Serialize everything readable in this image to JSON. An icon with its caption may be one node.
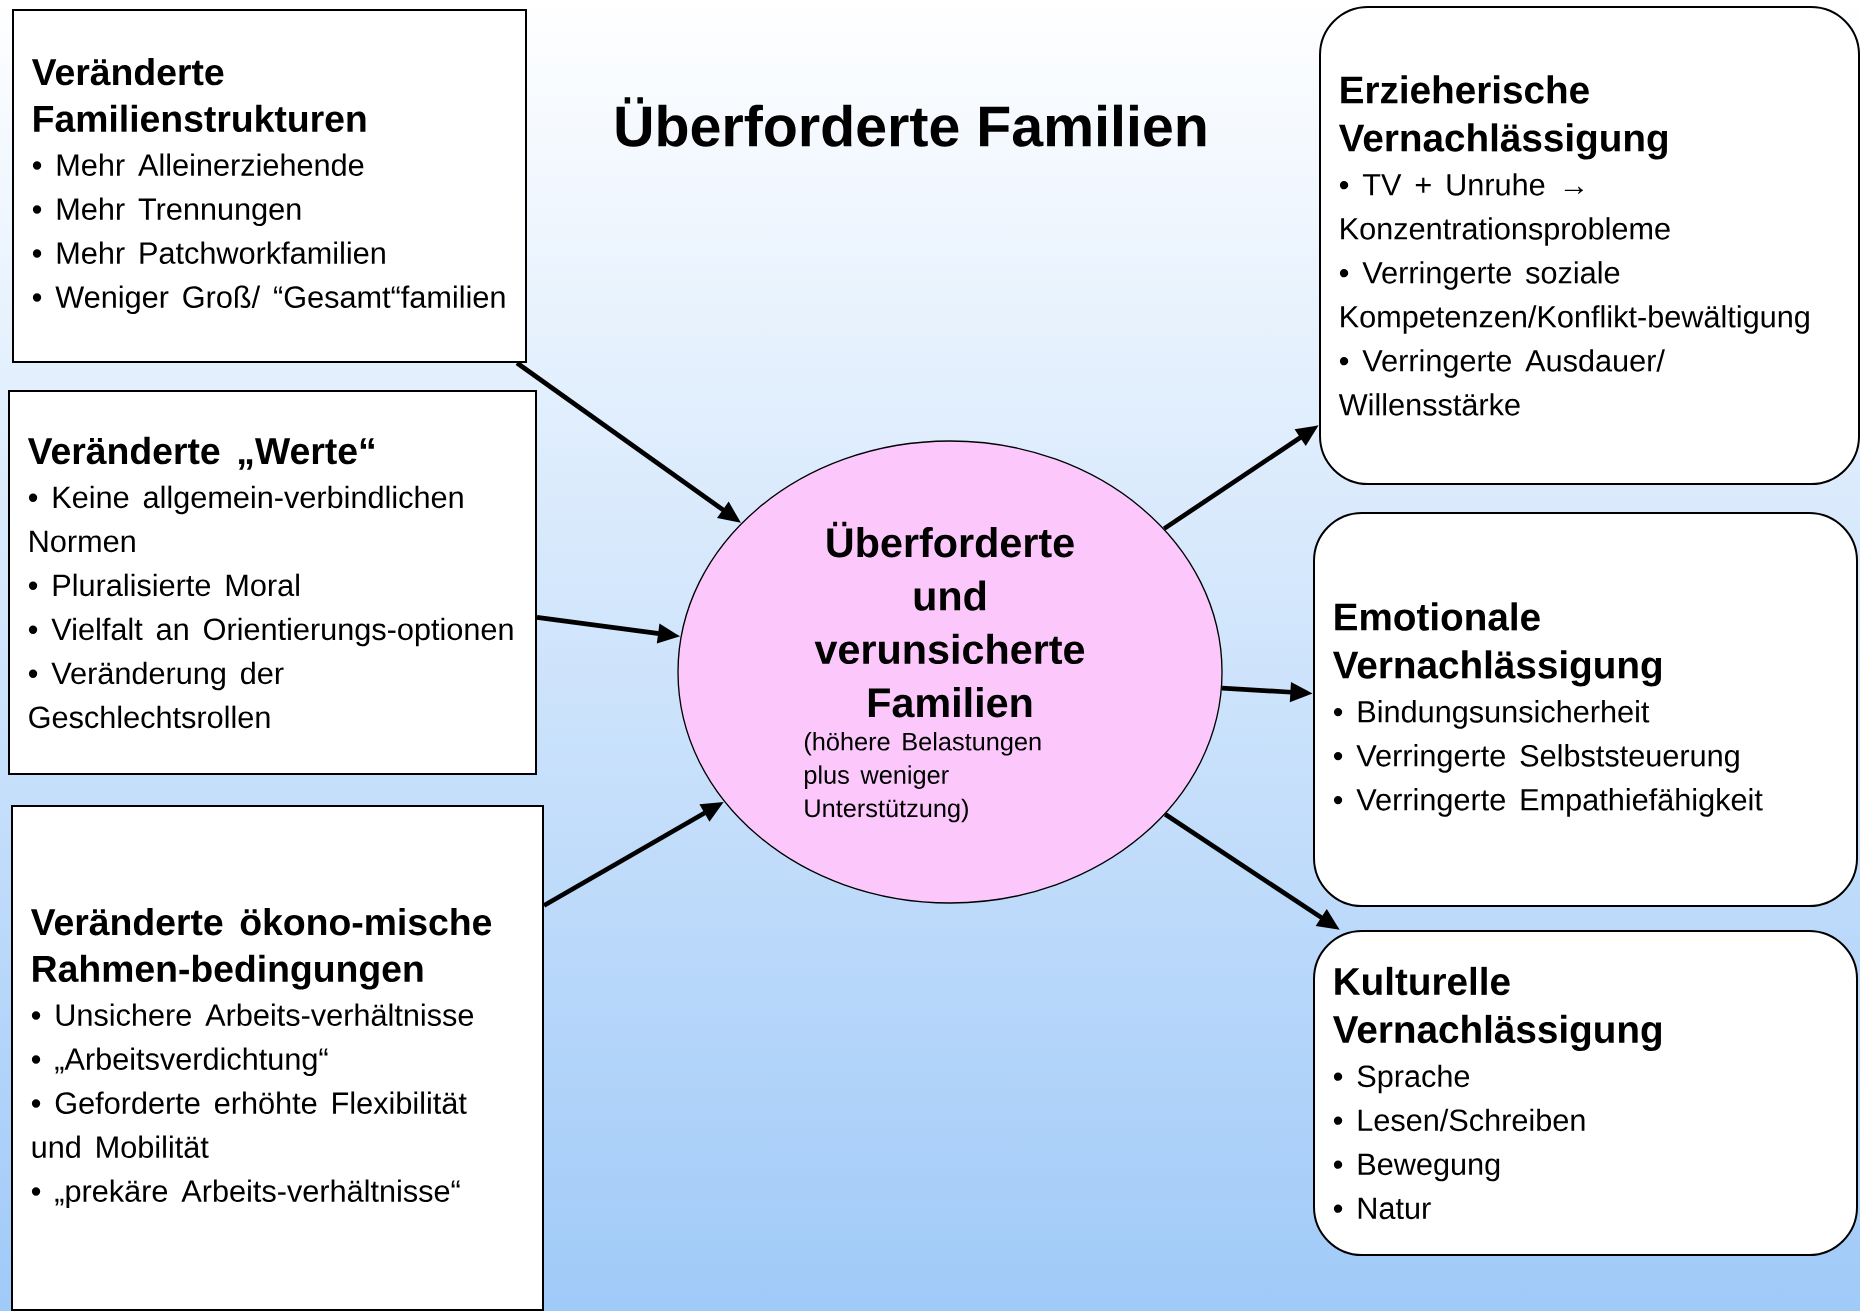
{
  "diagram": {
    "title": "Überforderte Familien",
    "nodes": [
      {
        "text": [
          "Veränderte Familienstrukturen",
          "• Mehr Alleinerziehende",
          "• Mehr Trennungen",
          "• Mehr Patchworkfamilien",
          "• Weniger Groß/ “Gesamt“familien"
        ]
      },
      {
        "text": [
          "Veränderte „Werte“",
          "• Keine allgemein-verbindlichen Normen",
          "• Pluralisierte Moral",
          "• Vielfalt an Orientierungs-optionen",
          "• Veränderung der Geschlechtsrollen"
        ]
      },
      {
        "text": [
          "Veränderte ökono-mische Rahmen-bedingungen",
          "• Unsichere Arbeits-verhältnisse",
          "• „Arbeitsverdichtung“",
          "• Geforderte erhöhte Flexibilität und Mobilität",
          "• „prekäre Arbeits-verhältnisse“"
        ]
      },
      {
        "text": [
          "Überforderte und verunsicherte Familien",
          "(höhere Belastungen plus weniger Unterstützung)"
        ]
      },
      {
        "text": [
          "Erzieherische Vernachlässigung",
          "• TV + Unruhe → Konzentrationsprobleme",
          "• Verringerte soziale Kompetenzen/Konflikt-bewältigung",
          "• Verringerte Ausdauer/ Willensstärke"
        ]
      },
      {
        "text": [
          "Emotionale Vernachlässigung",
          "• Bindungsunsicherheit",
          "• Verringerte Selbststeuerung",
          "• Verringerte Empathiefähigkeit"
        ]
      },
      {
        "text": [
          "Kulturelle Vernachlässigung",
          "• Sprache",
          "• Lesen/Schreiben",
          "• Bewegung",
          "• Natur"
        ]
      }
    ],
    "edges": [
      {
        "from": 0,
        "to": 3,
        "arrow": "to"
      },
      {
        "from": 1,
        "to": 3,
        "arrow": "to"
      },
      {
        "from": 2,
        "to": 3,
        "arrow": "to"
      },
      {
        "from": 3,
        "to": 4,
        "arrow": "to"
      },
      {
        "from": 3,
        "to": 5,
        "arrow": "to"
      },
      {
        "from": 3,
        "to": 6,
        "arrow": "to"
      }
    ]
  }
}
